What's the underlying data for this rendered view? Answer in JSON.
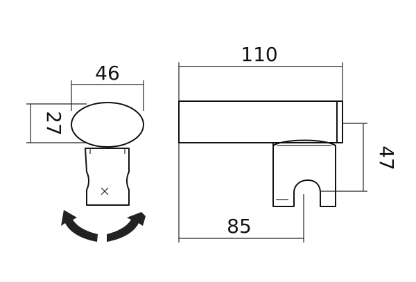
{
  "dimensions": {
    "knob_width": "46",
    "knob_height": "27",
    "body_length": "110",
    "holder_height": "47",
    "hook_offset": "85"
  },
  "icons": {
    "rotation": "curved-arrows-icon"
  }
}
